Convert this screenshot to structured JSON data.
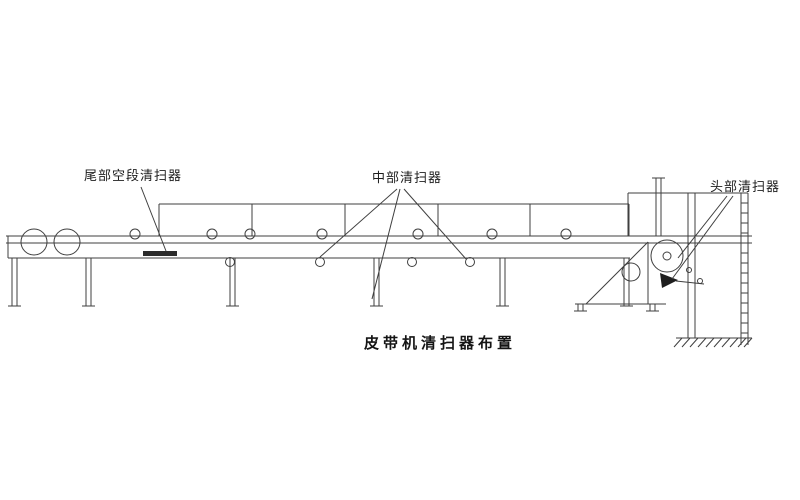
{
  "diagram": {
    "caption": "皮带机清扫器布置",
    "labels": {
      "tail_cleaner": "尾部空段清扫器",
      "middle_cleaner": "中部清扫器",
      "head_cleaner": "头部清扫器"
    }
  }
}
